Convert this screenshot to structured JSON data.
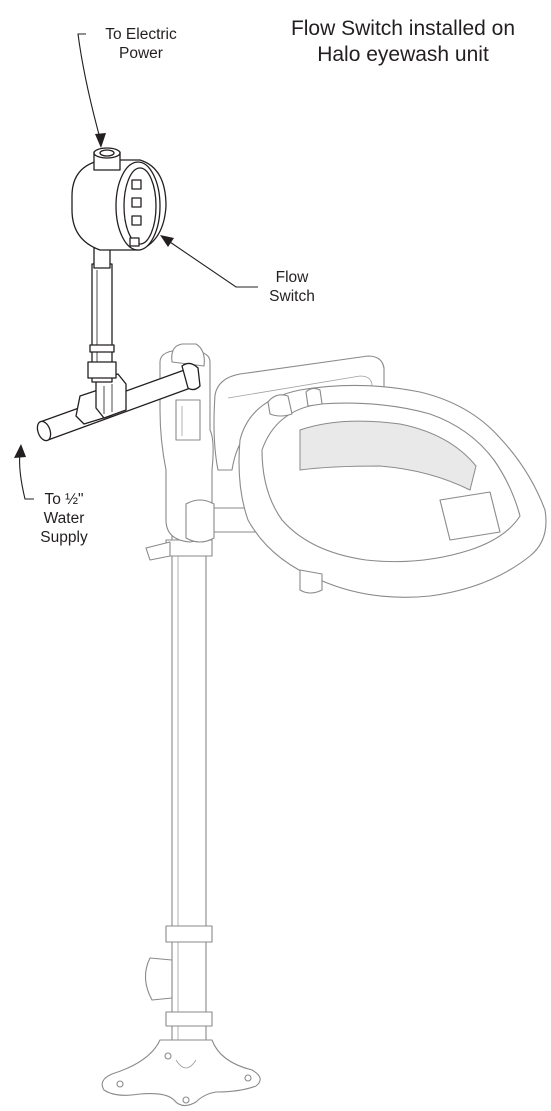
{
  "title": {
    "line1": "Flow Switch installed on",
    "line2": "Halo eyewash unit"
  },
  "callouts": {
    "electric_power": {
      "line1": "To Electric",
      "line2": "Power"
    },
    "flow_switch": {
      "line1": "Flow",
      "line2": "Switch"
    },
    "water_supply": {
      "line1": "To ½\"",
      "line2": "Water",
      "line3": "Supply"
    }
  },
  "colors": {
    "ink": "#231f20",
    "faded_lines": "#8a8a8a",
    "background": "#ffffff"
  }
}
